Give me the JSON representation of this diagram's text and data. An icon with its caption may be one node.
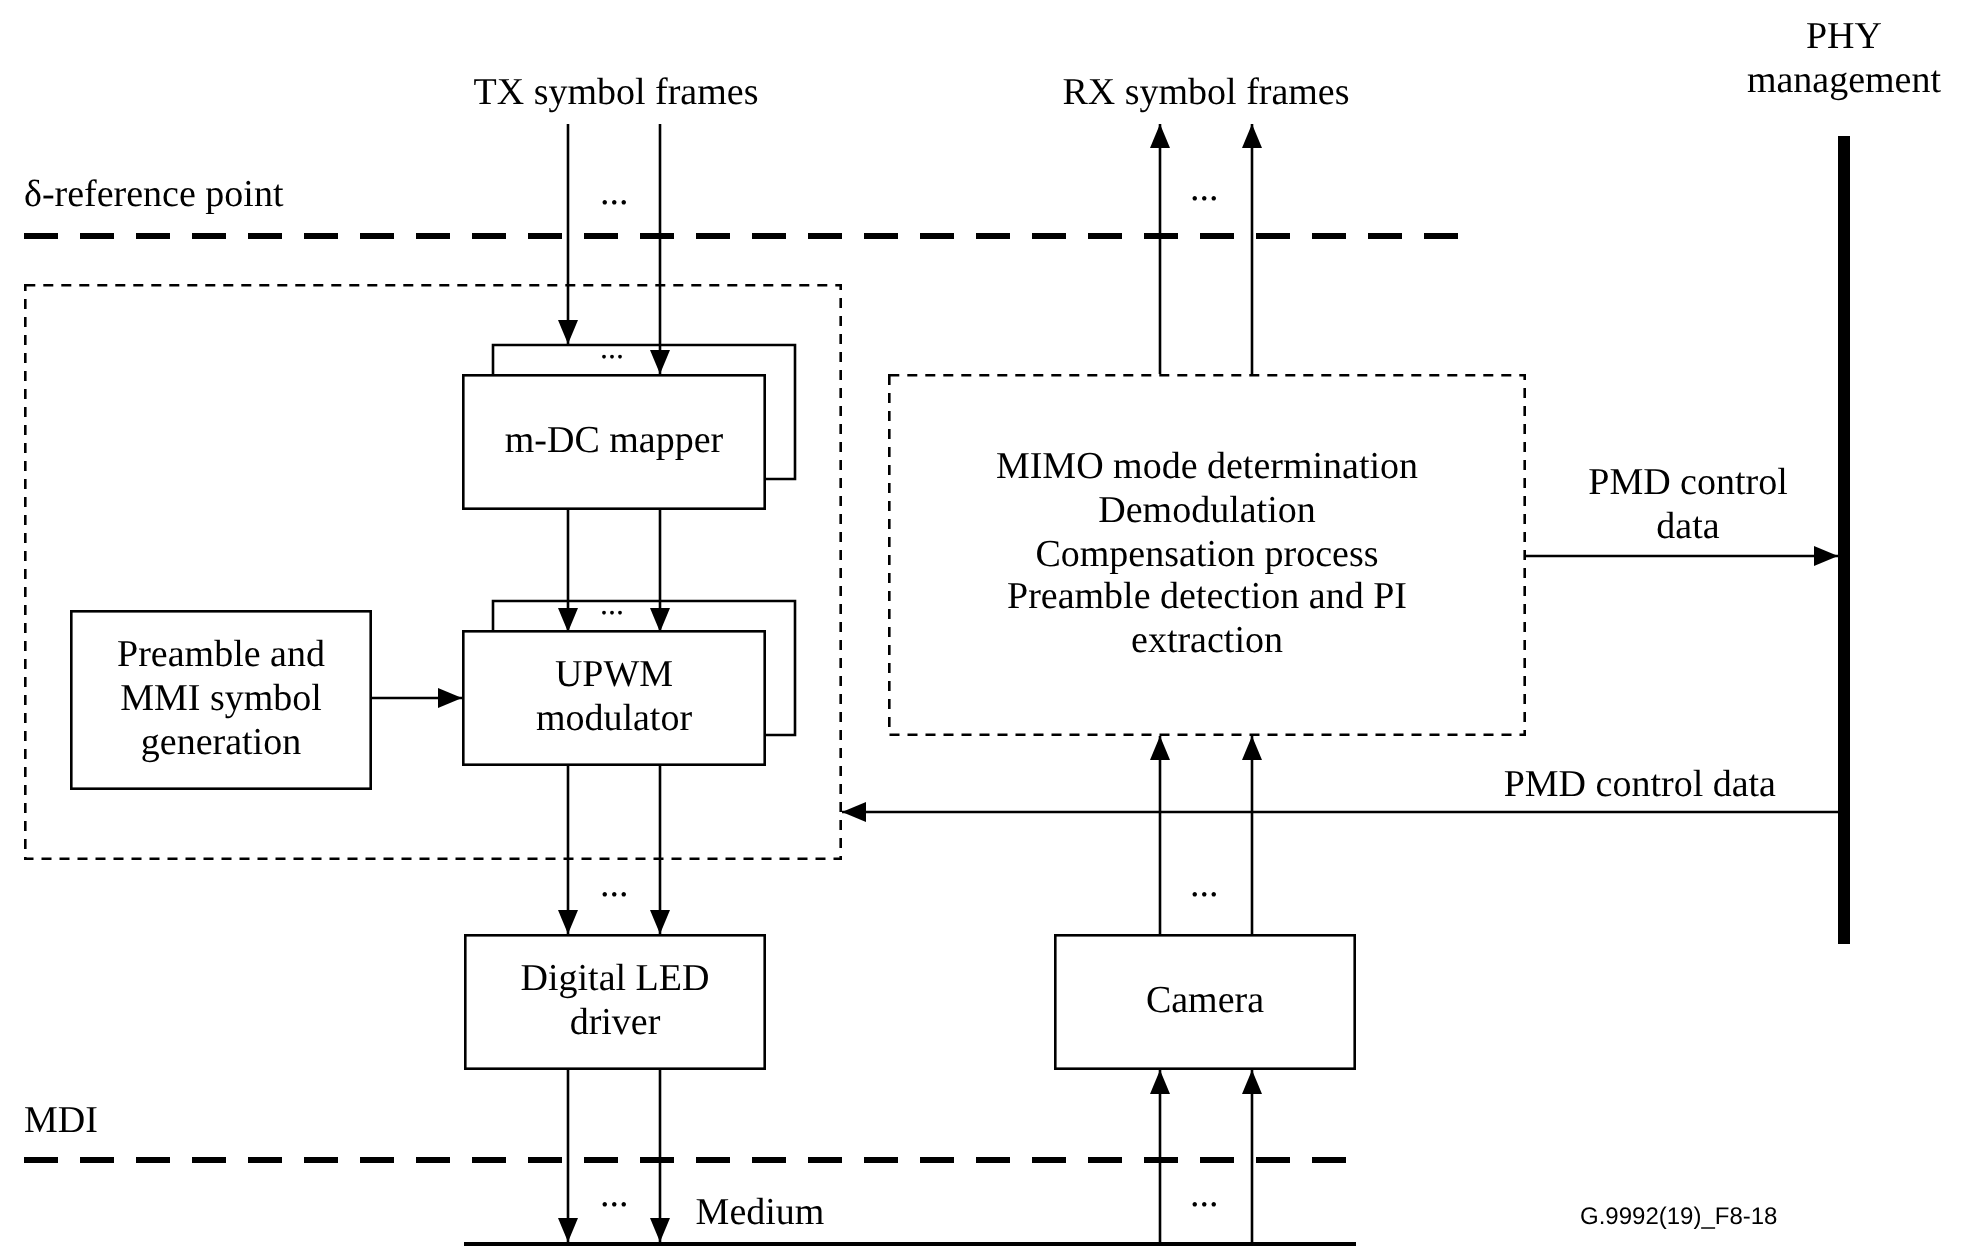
{
  "diagram": {
    "nodes": [
      {
        "text": [
          "TX symbol frames"
        ]
      },
      {
        "text": [
          "RX symbol frames"
        ]
      },
      {
        "text": [
          "PHY management"
        ]
      },
      {
        "text": [],
        "shape": "box"
      },
      {
        "text": [
          "m-DC mapper"
        ],
        "in": 3,
        "beside": [
          "..."
        ]
      },
      {
        "text": [
          "Preamble and MMI symbol generation"
        ],
        "in": 3
      },
      {
        "text": [
          "UPWM modulator"
        ],
        "in": 3,
        "beside": [
          "..."
        ]
      },
      {
        "text": [
          "MIMO mode determination",
          "Demodulation",
          "Compensation process",
          "Preamble detection and PI extraction"
        ]
      },
      {
        "text": [
          "Digital LED driver"
        ]
      },
      {
        "text": [
          "Camera"
        ]
      },
      {
        "text": [
          "Medium"
        ]
      }
    ],
    "edges": [
      {
        "from": 0,
        "to": 4,
        "arrow": "to"
      },
      {
        "from": 0,
        "to": 4,
        "arrow": "to"
      },
      {
        "from": 4,
        "to": 6,
        "arrow": "to"
      },
      {
        "from": 4,
        "to": 6,
        "arrow": "to"
      },
      {
        "from": 5,
        "to": 6,
        "arrow": "to"
      },
      {
        "from": 6,
        "to": 8,
        "arrow": "to"
      },
      {
        "from": 6,
        "to": 8,
        "arrow": "to"
      },
      {
        "from": 8,
        "to": 10,
        "arrow": "to"
      },
      {
        "from": 8,
        "to": 10,
        "arrow": "to"
      },
      {
        "from": 10,
        "to": 9,
        "arrow": "to"
      },
      {
        "from": 10,
        "to": 9,
        "arrow": "to"
      },
      {
        "from": 9,
        "to": 7,
        "arrow": "to"
      },
      {
        "from": 9,
        "to": 7,
        "arrow": "to"
      },
      {
        "from": 7,
        "to": 1,
        "arrow": "to"
      },
      {
        "from": 7,
        "to": 1,
        "arrow": "to"
      },
      {
        "from": 7,
        "to": 2,
        "arrow": "to",
        "label": "PMD control data"
      },
      {
        "from": 2,
        "to": 3,
        "arrow": "to",
        "label": "PMD control data"
      }
    ],
    "labels": [
      "δ-reference point",
      "...",
      "...",
      "...",
      "...",
      "MDI",
      "...",
      "...",
      "G.9992(19)_F8-18"
    ]
  }
}
